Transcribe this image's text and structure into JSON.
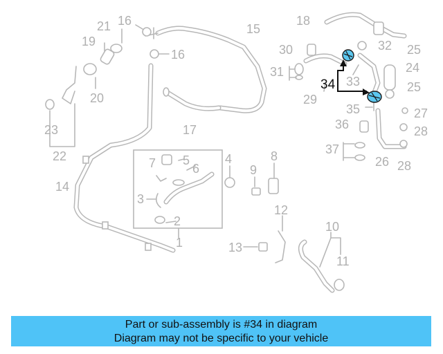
{
  "callouts": {
    "c1": "1",
    "c2": "2",
    "c3": "3",
    "c4": "4",
    "c5": "5",
    "c6": "6",
    "c7": "7",
    "c8": "8",
    "c9": "9",
    "c10": "10",
    "c11": "11",
    "c12": "12",
    "c13": "13",
    "c14": "14",
    "c15": "15",
    "c16a": "16",
    "c16b": "16",
    "c17": "17",
    "c18": "18",
    "c19": "19",
    "c20": "20",
    "c21": "21",
    "c22": "22",
    "c23": "23",
    "c24": "24",
    "c25a": "25",
    "c25b": "25",
    "c26": "26",
    "c27": "27",
    "c28a": "28",
    "c28b": "28",
    "c29": "29",
    "c30": "30",
    "c31": "31",
    "c32": "32",
    "c33": "33",
    "c34": "34",
    "c35": "35",
    "c36": "36",
    "c37": "37"
  },
  "highlight_part": "34",
  "highlight_color": "#5cc6ee",
  "banner": {
    "line1": "Part or sub-assembly is #34 in diagram",
    "line2": "Diagram may not be specific to your vehicle",
    "background": "#4fc3f7"
  }
}
